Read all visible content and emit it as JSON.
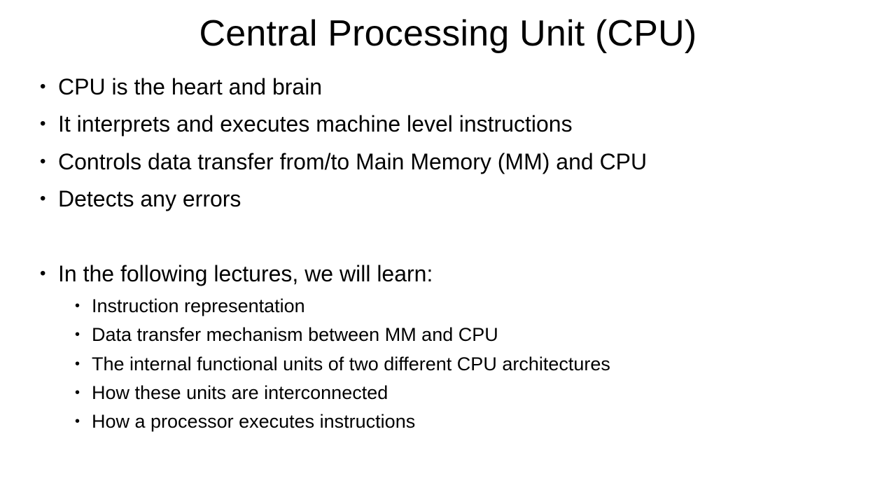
{
  "slide": {
    "title": "Central Processing Unit (CPU)",
    "bullet_glyph": "•",
    "bullets": [
      "CPU is the heart and brain",
      "It interprets and executes machine level instructions",
      "Controls data transfer from/to Main Memory (MM) and CPU",
      "Detects any errors",
      "In the following lectures, we will learn:"
    ],
    "sub_bullets": [
      "Instruction representation",
      "Data transfer mechanism between MM and CPU",
      "The internal functional units of two different CPU architectures",
      "How these units are interconnected",
      "How a processor executes instructions"
    ]
  }
}
